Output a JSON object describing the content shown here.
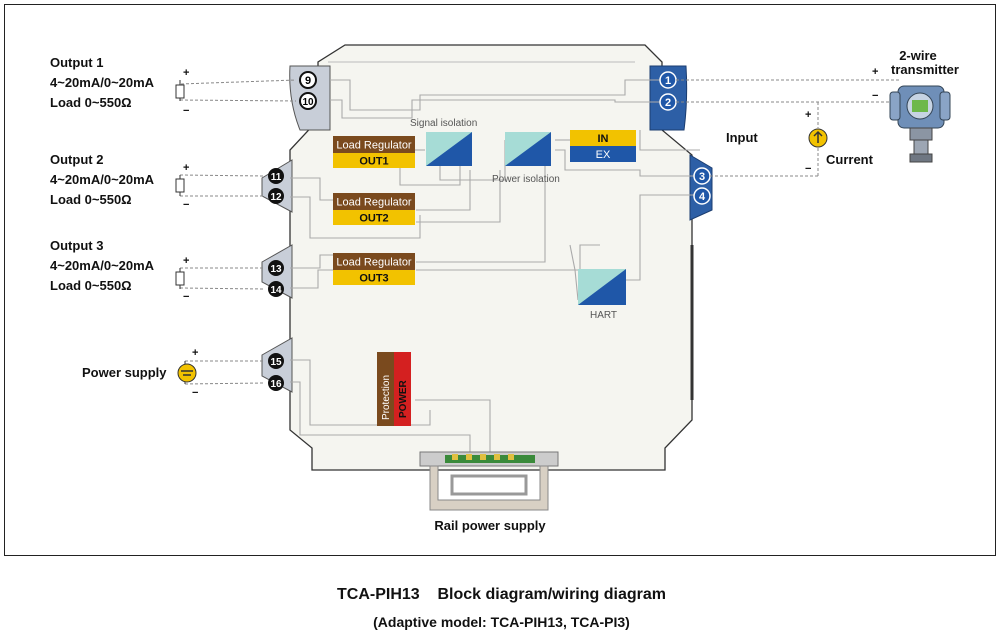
{
  "outputs": [
    {
      "title": "Output 1",
      "range": "4~20mA/0~20mA",
      "load": "Load 0~550Ω",
      "t_plus": "9",
      "t_minus": "10"
    },
    {
      "title": "Output 2",
      "range": "4~20mA/0~20mA",
      "load": "Load 0~550Ω",
      "t_plus": "11",
      "t_minus": "12"
    },
    {
      "title": "Output 3",
      "range": "4~20mA/0~20mA",
      "load": "Load 0~550Ω",
      "t_plus": "13",
      "t_minus": "14"
    }
  ],
  "power_supply": {
    "label": "Power supply",
    "t_plus": "15",
    "t_minus": "16"
  },
  "polarity": {
    "plus": "+",
    "minus": "−"
  },
  "blocks": {
    "load_regulator": "Load Regulator",
    "out1": "OUT1",
    "out2": "OUT2",
    "out3": "OUT3",
    "signal_isolation": "Signal isolation",
    "power_isolation": "Power isolation",
    "in": "IN",
    "ex": "EX",
    "hart": "HART",
    "protection": "Protection",
    "power": "POWER"
  },
  "input": {
    "label": "Input",
    "current": "Current",
    "terminals": [
      "1",
      "2",
      "3",
      "4"
    ]
  },
  "transmitter": {
    "line1": "2-wire",
    "line2": "transmitter"
  },
  "rail_label": "Rail power supply",
  "caption": {
    "title": "TCA-PIH13    Block diagram/wiring diagram",
    "subtitle": "(Adaptive model: TCA-PIH13, TCA-PI3)"
  },
  "colors": {
    "brown": "#7a4a1e",
    "yellow": "#f2c200",
    "blue": "#1f57a8",
    "red": "#d42020",
    "teal": "#a6dcd6",
    "housing": "#f5f5f0",
    "terminal_blue": "#2d5fa6",
    "terminal_gray": "#c8ced8"
  }
}
